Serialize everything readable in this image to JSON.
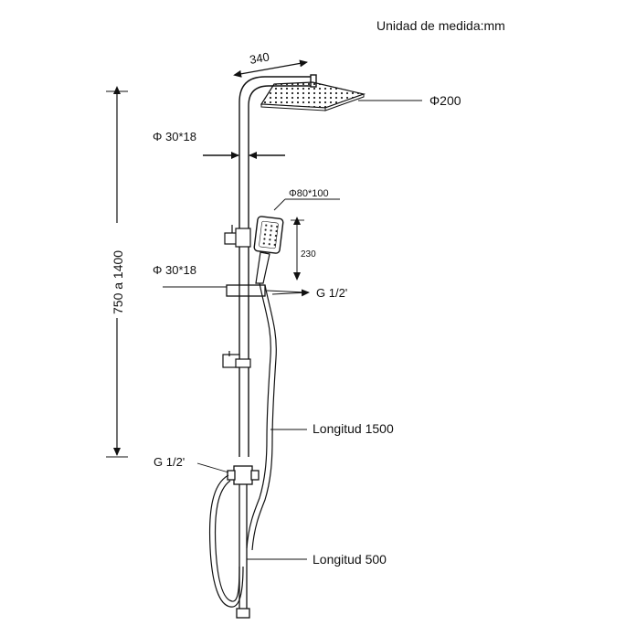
{
  "unit_note": "Unidad de medida:mm",
  "labels": {
    "arm_length": "340",
    "rain_head_diameter": "Φ200",
    "upper_pipe": "Φ 30*18",
    "hand_shower_size": "Φ80*100",
    "hand_shower_drop": "230",
    "lower_pipe": "Φ 30*18",
    "outlet_thread": "G 1/2'",
    "height_range": "750 a 1400",
    "hose_long": "Longitud 1500",
    "inlet_thread": "G 1/2'",
    "hose_short": "Longitud 500"
  }
}
